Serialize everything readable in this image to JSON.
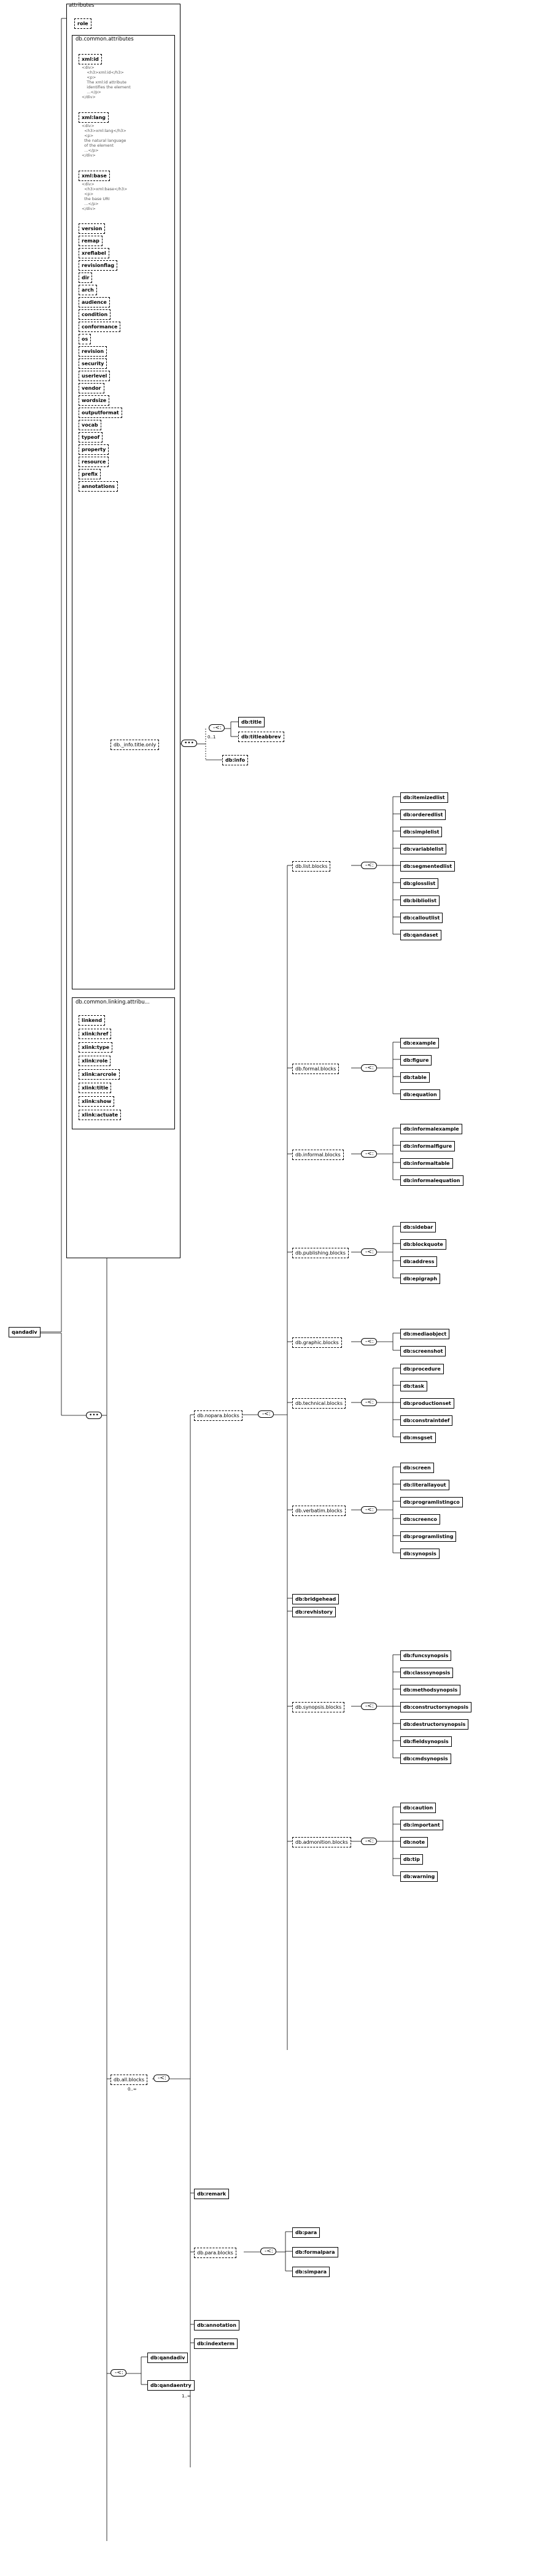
{
  "root": {
    "label": "qandadiv"
  },
  "attributes": {
    "title": "attributes",
    "role": "role",
    "common_group": {
      "label": "db.common.attributes",
      "items": [
        {
          "label": "xml:id",
          "doc": "<div>\n    <h3>xml:id</h3>\n    <p>\n    The xml:id attribute\n    identifies the element\n    ...</p>\n</div>"
        },
        {
          "label": "xml:lang",
          "doc": "<div>\n  <h3>xml:lang</h3>\n  <p>\n  the natural language\n  of the element\n  ...</p>\n</div>"
        },
        {
          "label": "xml:base",
          "doc": "<div>\n  <h3>xml:base</h3>\n  <p>\n  the base URI\n  ...</p>\n</div>"
        },
        {
          "label": "version"
        },
        {
          "label": "remap"
        },
        {
          "label": "xreflabel"
        },
        {
          "label": "revisionflag"
        },
        {
          "label": "dir"
        },
        {
          "label": "arch"
        },
        {
          "label": "audience"
        },
        {
          "label": "condition"
        },
        {
          "label": "conformance"
        },
        {
          "label": "os"
        },
        {
          "label": "revision"
        },
        {
          "label": "security"
        },
        {
          "label": "userlevel"
        },
        {
          "label": "vendor"
        },
        {
          "label": "wordsize"
        },
        {
          "label": "outputformat"
        },
        {
          "label": "vocab"
        },
        {
          "label": "typeof"
        },
        {
          "label": "property"
        },
        {
          "label": "resource"
        },
        {
          "label": "prefix"
        },
        {
          "label": "annotations"
        }
      ]
    },
    "linking_group": {
      "label": "db.common.linking.attribu...",
      "items": [
        {
          "label": "linkend"
        },
        {
          "label": "xlink:href"
        },
        {
          "label": "xlink:type"
        },
        {
          "label": "xlink:role"
        },
        {
          "label": "xlink:arcrole"
        },
        {
          "label": "xlink:title"
        },
        {
          "label": "xlink:show"
        },
        {
          "label": "xlink:actuate"
        }
      ]
    }
  },
  "info_group": {
    "label": "db._info.title.only",
    "card": "0..1",
    "choice_items": [
      {
        "label": "db:title"
      },
      {
        "label": "db:titleabbrev"
      }
    ],
    "info": {
      "label": "db:info"
    }
  },
  "allblocks": {
    "label": "db.all.blocks",
    "card": "0..∞"
  },
  "nopara": {
    "label": "db.nopara.blocks"
  },
  "block_groups": [
    {
      "label": "db.list.blocks",
      "items": [
        "db:itemizedlist",
        "db:orderedlist",
        "db:simplelist",
        "db:variablelist",
        "db:segmentedlist",
        "db:glosslist",
        "db:bibliolist",
        "db:calloutlist",
        "db:qandaset"
      ]
    },
    {
      "label": "db.formal.blocks",
      "items": [
        "db:example",
        "db:figure",
        "db:table",
        "db:equation"
      ]
    },
    {
      "label": "db.informal.blocks",
      "items": [
        "db:informalexample",
        "db:informalfigure",
        "db:informaltable",
        "db:informalequation"
      ]
    },
    {
      "label": "db.publishing.blocks",
      "items": [
        "db:sidebar",
        "db:blockquote",
        "db:address",
        "db:epigraph"
      ]
    },
    {
      "label": "db.graphic.blocks",
      "items": [
        "db:mediaobject",
        "db:screenshot"
      ]
    },
    {
      "label": "db.technical.blocks",
      "items": [
        "db:procedure",
        "db:task",
        "db:productionset",
        "db:constraintdef",
        "db:msgset"
      ]
    },
    {
      "label": "db.verbatim.blocks",
      "items": [
        "db:screen",
        "db:literallayout",
        "db:programlistingco",
        "db:screenco",
        "db:programlisting",
        "db:synopsis"
      ]
    },
    {
      "label": "db:bridgehead",
      "items": []
    },
    {
      "label": "db:revhistory",
      "items": []
    },
    {
      "label": "db.synopsis.blocks",
      "items": [
        "db:funcsynopsis",
        "db:classsynopsis",
        "db:methodsynopsis",
        "db:constructorsynopsis",
        "db:destructorsynopsis",
        "db:fieldsynopsis",
        "db:cmdsynopsis"
      ]
    },
    {
      "label": "db.admonition.blocks",
      "items": [
        "db:caution",
        "db:important",
        "db:note",
        "db:tip",
        "db:warning"
      ]
    }
  ],
  "misc_blocks": [
    {
      "label": "db:remark"
    },
    {
      "label": "db.para.blocks",
      "items": [
        "db:para",
        "db:formalpara",
        "db:simpara"
      ]
    },
    {
      "label": "db:annotation"
    },
    {
      "label": "db:indexterm"
    }
  ],
  "tail_choice": {
    "items": [
      "db:qandadiv",
      "db:qandaentry"
    ],
    "card": "1..∞"
  }
}
